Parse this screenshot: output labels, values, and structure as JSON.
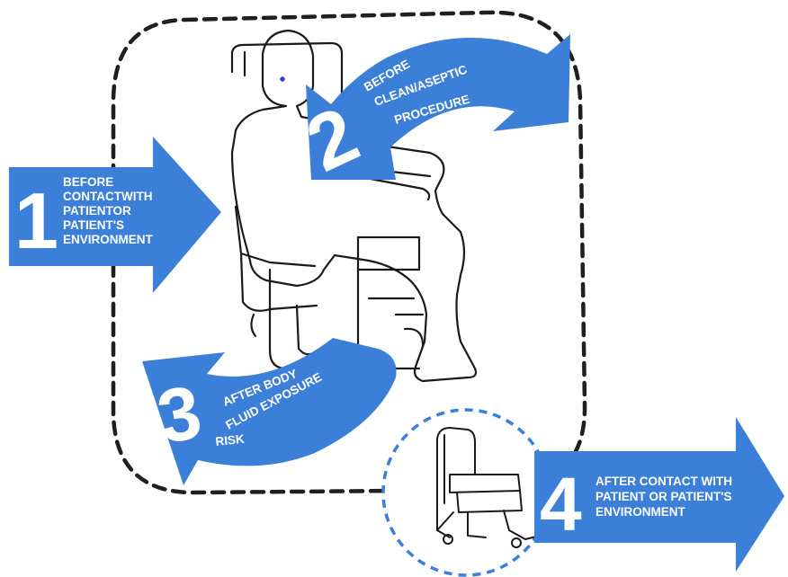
{
  "colors": {
    "arrow_blue": "#3b7fd9",
    "zone_border": "#1f1f1f",
    "care_area_border": "#3b7fd9",
    "line_art": "#1a1a1a",
    "text": "#ffffff"
  },
  "moments": [
    {
      "number": "1",
      "lines": [
        "BEFORE",
        "CONTACTWITH",
        "PATIENTOR",
        "PATIENT'S",
        "ENVIRONMENT"
      ]
    },
    {
      "number": "2",
      "lines": [
        "BEFORE",
        "CLEAN/ASEPTIC",
        "PROCEDURE"
      ]
    },
    {
      "number": "3",
      "lines": [
        "AFTER BODY",
        "FLUID EXPOSURE",
        "RISK"
      ]
    },
    {
      "number": "4",
      "lines": [
        "AFTER CONTACT WITH",
        "PATIENT OR PATIENT'S",
        "ENVIRONMENT"
      ]
    }
  ],
  "icons": {
    "patient": "seated-patient-icon",
    "chair": "patient-chair-icon"
  }
}
